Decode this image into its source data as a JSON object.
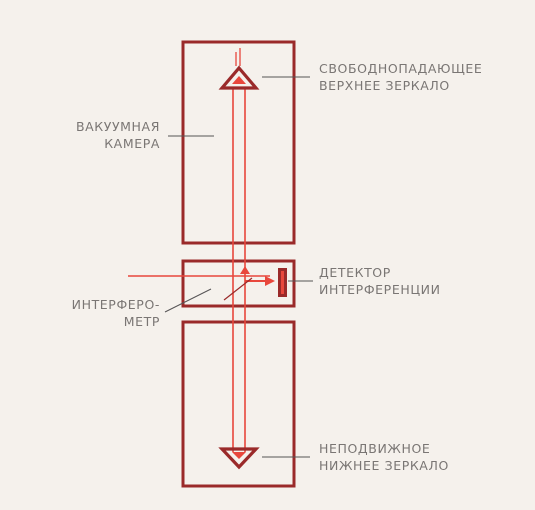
{
  "labels": {
    "top_mirror": {
      "line1": "СВОБОДНОПАДАЮЩЕЕ",
      "line2": "ВЕРХНЕЕ ЗЕРКАЛО"
    },
    "vacuum_chamber": {
      "line1": "ВАКУУМНАЯ",
      "line2": "КАМЕРА"
    },
    "detector": {
      "line1": "ДЕТЕКТОР",
      "line2": "ИНТЕРФЕРЕНЦИИ"
    },
    "interferometer": {
      "line1": "ИНТЕРФЕРО-",
      "line2": "МЕТР"
    },
    "bottom_mirror": {
      "line1": "НЕПОДВИЖНОЕ",
      "line2": "НИЖНЕЕ ЗЕРКАЛО"
    }
  },
  "colors": {
    "outline": "#9a2a2a",
    "beam": "#e8473c",
    "leader": "#555555",
    "text": "#7a7674",
    "background": "#f5f1ec"
  }
}
